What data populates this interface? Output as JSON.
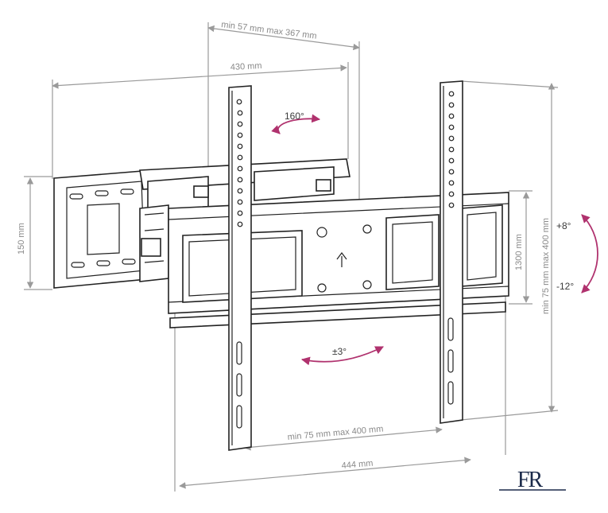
{
  "dimensions": {
    "arm_extension": "min 57 mm max 367 mm",
    "wall_plate_width": "430 mm",
    "wall_plate_height": "150 mm",
    "rail_height": "1300 mm",
    "vertical_spacing": "min 75 mm max 400 mm",
    "horizontal_spacing": "min 75 mm max 400 mm",
    "overall_width": "444 mm"
  },
  "angles": {
    "swivel": "160°",
    "tilt_up": "+8°",
    "tilt_down": "-12°",
    "level": "±3°"
  },
  "logo": {
    "text": "FR"
  },
  "colors": {
    "accent": "#b0326e",
    "line": "#222222",
    "dimension": "#9a9a9a"
  }
}
